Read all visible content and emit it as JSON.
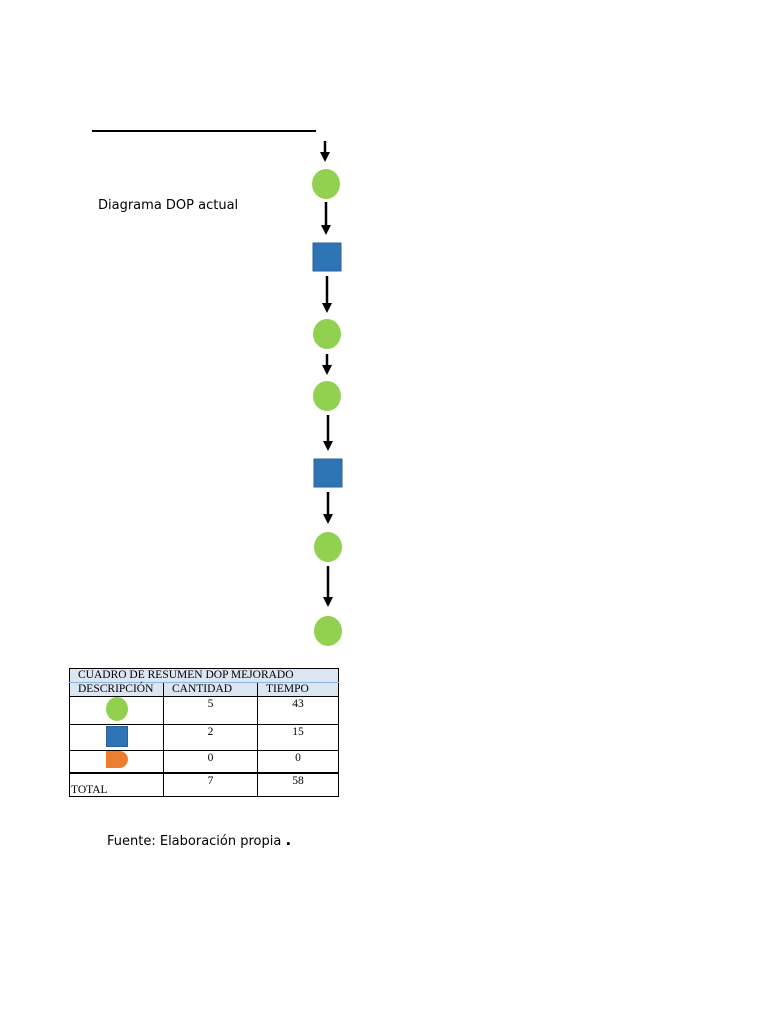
{
  "caption": "Diagrama DOP actual",
  "colors": {
    "operation": "#92d050",
    "inspection": "#2e75b6",
    "delay": "#ed7d31",
    "header_bg": "#dce6f2",
    "arrow": "#000000"
  },
  "flow_steps": [
    {
      "symbol": "operation",
      "icon": "green-circle-icon"
    },
    {
      "symbol": "inspection",
      "icon": "blue-square-icon"
    },
    {
      "symbol": "operation",
      "icon": "green-circle-icon"
    },
    {
      "symbol": "operation",
      "icon": "green-circle-icon"
    },
    {
      "symbol": "inspection",
      "icon": "blue-square-icon"
    },
    {
      "symbol": "operation",
      "icon": "green-circle-icon"
    },
    {
      "symbol": "operation",
      "icon": "green-circle-icon"
    }
  ],
  "summary": {
    "title": "CUADRO DE RESUMEN DOP MEJORADO",
    "headers": [
      "DESCRIPCIÓN",
      "CANTIDAD",
      "TIEMPO"
    ],
    "rows": [
      {
        "symbol": "operation",
        "icon": "green-circle-icon",
        "cantidad": "5",
        "tiempo": "43"
      },
      {
        "symbol": "inspection",
        "icon": "blue-square-icon",
        "cantidad": "2",
        "tiempo": "15"
      },
      {
        "symbol": "delay",
        "icon": "orange-delay-icon",
        "cantidad": "0",
        "tiempo": "0"
      }
    ],
    "total": {
      "label": "TOTAL",
      "cantidad": "7",
      "tiempo": "58"
    }
  },
  "source": {
    "text": "Fuente: Elaboración propia",
    "dot": "."
  }
}
